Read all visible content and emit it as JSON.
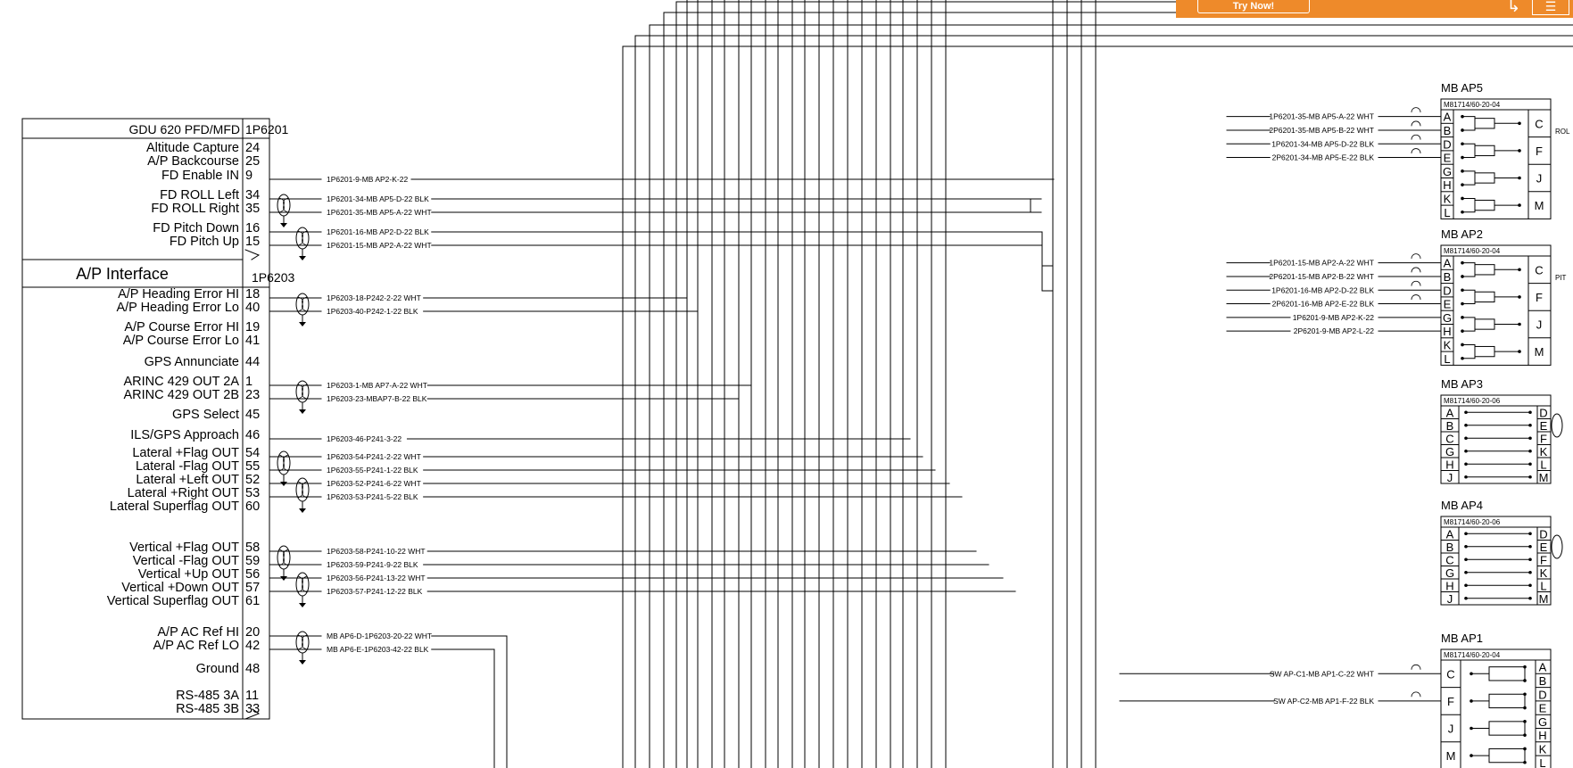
{
  "banner": {
    "try_label": "Try Now!",
    "accent": "#ee8a2a"
  },
  "gdu": {
    "title": "GDU 620 PFD/MFD",
    "conn1": "1P6201",
    "section": "A/P Interface",
    "conn2": "1P6203",
    "pins": [
      {
        "label": "Altitude Capture",
        "pin": "24"
      },
      {
        "label": "A/P Backcourse",
        "pin": "25"
      },
      {
        "label": "FD Enable IN",
        "pin": "9"
      },
      {
        "label": "FD ROLL Left",
        "pin": "34"
      },
      {
        "label": "FD ROLL Right",
        "pin": "35"
      },
      {
        "label": "FD Pitch Down",
        "pin": "16"
      },
      {
        "label": "FD Pitch Up",
        "pin": "15"
      },
      {
        "label": "A/P Heading Error HI",
        "pin": "18"
      },
      {
        "label": "A/P Heading Error Lo",
        "pin": "40"
      },
      {
        "label": "A/P Course Error HI",
        "pin": "19"
      },
      {
        "label": "A/P Course Error Lo",
        "pin": "41"
      },
      {
        "label": "GPS Annunciate",
        "pin": "44"
      },
      {
        "label": "ARINC 429 OUT 2A",
        "pin": "1"
      },
      {
        "label": "ARINC 429 OUT 2B",
        "pin": "23"
      },
      {
        "label": "GPS Select",
        "pin": "45"
      },
      {
        "label": "ILS/GPS Approach",
        "pin": "46"
      },
      {
        "label": "Lateral  +Flag OUT",
        "pin": "54"
      },
      {
        "label": "Lateral  -Flag OUT",
        "pin": "55"
      },
      {
        "label": "Lateral  +Left OUT",
        "pin": "52"
      },
      {
        "label": "Lateral +Right OUT",
        "pin": "53"
      },
      {
        "label": "Lateral Superflag OUT",
        "pin": "60"
      },
      {
        "label": "Vertical +Flag OUT",
        "pin": "58"
      },
      {
        "label": "Vertical -Flag OUT",
        "pin": "59"
      },
      {
        "label": "Vertical +Up OUT",
        "pin": "56"
      },
      {
        "label": "Vertical +Down OUT",
        "pin": "57"
      },
      {
        "label": "Vertical Superflag OUT",
        "pin": "61"
      },
      {
        "label": "A/P AC Ref HI",
        "pin": "20"
      },
      {
        "label": "A/P AC Ref LO",
        "pin": "42"
      },
      {
        "label": "Ground",
        "pin": "48"
      },
      {
        "label": "RS-485 3A",
        "pin": "11"
      },
      {
        "label": "RS-485 3B",
        "pin": "33"
      }
    ]
  },
  "wires_left": [
    "1P6201-9-MB AP2-K-22",
    "1P6201-34-MB AP5-D-22 BLK",
    "1P6201-35-MB AP5-A-22 WHT",
    "1P6201-16-MB AP2-D-22 BLK",
    "1P6201-15-MB AP2-A-22 WHT",
    "1P6203-18-P242-2-22 WHT",
    "1P6203-40-P242-1-22 BLK",
    "1P6203-1-MB AP7-A-22 WHT",
    "1P6203-23-MBAP7-B-22 BLK",
    "1P6203-46-P241-3-22",
    "1P6203-54-P241-2-22 WHT",
    "1P6203-55-P241-1-22 BLK",
    "1P6203-52-P241-6-22 WHT",
    "1P6203-53-P241-5-22 BLK",
    "1P6203-58-P241-10-22 WHT",
    "1P6203-59-P241-9-22 BLK",
    "1P6203-56-P241-13-22 WHT",
    "1P6203-57-P241-12-22 BLK",
    "MB AP6-D-1P6203-20-22 WHT",
    "MB AP6-E-1P6203-42-22 BLK"
  ],
  "connectors": [
    {
      "name": "MB AP5",
      "part": "M81714/60-20-04",
      "type": "relay",
      "pins": [
        "A",
        "B",
        "D",
        "E",
        "G",
        "H",
        "K",
        "L"
      ],
      "right": [
        "C",
        "F",
        "J",
        "M"
      ],
      "side_label": "ROL",
      "wires": [
        "1P6201-35-MB AP5-A-22 WHT",
        "2P6201-35-MB AP5-B-22 WHT",
        "1P6201-34-MB AP5-D-22 BLK",
        "2P6201-34-MB AP5-E-22 BLK"
      ]
    },
    {
      "name": "MB AP2",
      "part": "M81714/60-20-04",
      "type": "relay",
      "pins": [
        "A",
        "B",
        "D",
        "E",
        "G",
        "H",
        "K",
        "L"
      ],
      "right": [
        "C",
        "F",
        "J",
        "M"
      ],
      "side_label": "PIT",
      "wires": [
        "1P6201-15-MB AP2-A-22 WHT",
        "2P6201-15-MB AP2-B-22 WHT",
        "1P6201-16-MB AP2-D-22 BLK",
        "2P6201-16-MB AP2-E-22 BLK",
        "1P6201-9-MB AP2-K-22",
        "2P6201-9-MB AP2-L-22"
      ]
    },
    {
      "name": "MB AP3",
      "part": "M81714/60-20-06",
      "type": "straight",
      "pins": [
        "A",
        "B",
        "C",
        "G",
        "H",
        "J"
      ],
      "right": [
        "D",
        "E",
        "F",
        "K",
        "L",
        "M"
      ]
    },
    {
      "name": "MB AP4",
      "part": "M81714/60-20-06",
      "type": "straight",
      "pins": [
        "A",
        "B",
        "C",
        "G",
        "H",
        "J"
      ],
      "right": [
        "D",
        "E",
        "F",
        "K",
        "L",
        "M"
      ]
    },
    {
      "name": "MB AP1",
      "part": "M81714/60-20-04",
      "type": "relay-rev",
      "pins": [
        "C",
        "F",
        "J",
        "M"
      ],
      "right": [
        "A",
        "B",
        "D",
        "E",
        "G",
        "H",
        "K",
        "L"
      ],
      "wires": [
        "SW AP-C1-MB AP1-C-22 WHT",
        "SW AP-C2-MB AP1-F-22 BLK"
      ]
    }
  ]
}
